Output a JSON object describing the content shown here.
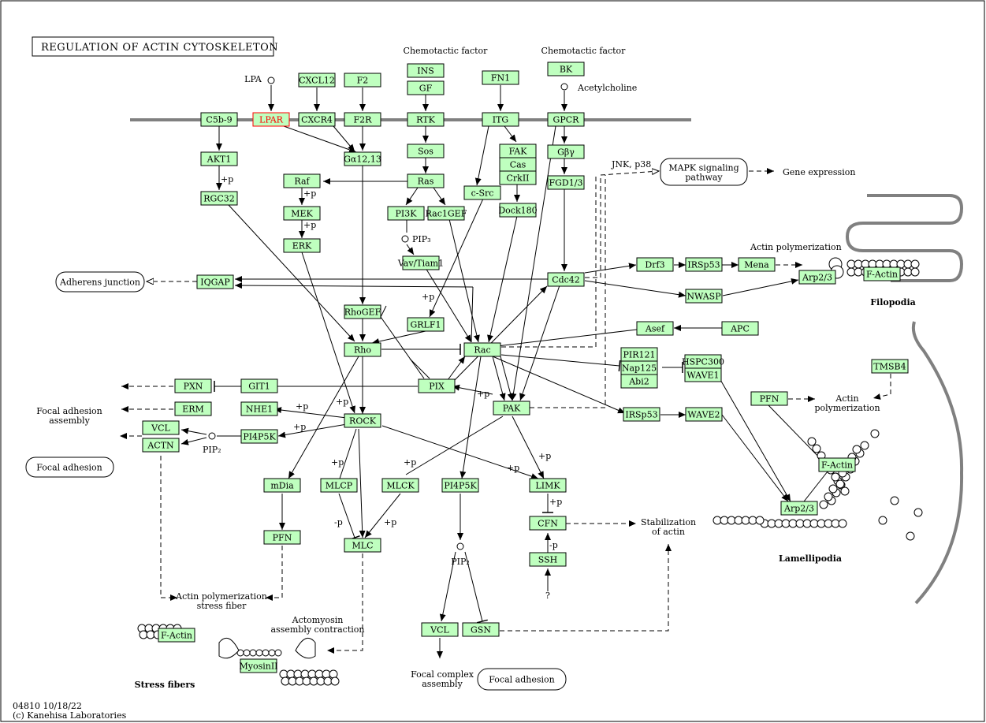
{
  "title": "REGULATION OF ACTIN CYTOSKELETON",
  "footer": {
    "code": "04810 10/18/22",
    "copyright": "(c) Kanehisa Laboratories"
  },
  "labels": {
    "chemotactic_factor_1": "Chemotactic factor",
    "chemotactic_factor_2": "Chemotactic factor",
    "lpa": "LPA",
    "acetylcholine": "Acetylcholine",
    "jnk_p38": "JNK, p38",
    "gene_expression": "Gene expression",
    "actin_polymerization_top": "Actin polymerization",
    "filopodia": "Filopodia",
    "pip3": "PIP₃",
    "pip2_left": "PIP₂",
    "pip2_mid": "PIP₂",
    "focal_adhesion_assembly_1": "Focal adhesion",
    "focal_adhesion_assembly_2": "assembly",
    "actin_poly_right_1": "Actin",
    "actin_poly_right_2": "polymerization",
    "stab_actin_1": "Stabilization",
    "stab_actin_2": "of actin",
    "lamellipodia": "Lamellipodia",
    "actin_poly_stress_1": "Actin polymerization",
    "actin_poly_stress_2": "stress fiber",
    "actomyosin_1": "Actomyosin",
    "actomyosin_2": "assembly contraction",
    "stress_fibers": "Stress fibers",
    "focal_complex_1": "Focal complex",
    "focal_complex_2": "assembly",
    "question": "?",
    "plus_p": "+p",
    "minus_p": "-p"
  },
  "pathways": {
    "mapk_1": "MAPK signaling",
    "mapk_2": "pathway",
    "adherens": "Adherens junction",
    "focal_left": "Focal adhesion",
    "focal_bottom": "Focal adhesion"
  },
  "genes": {
    "lpar": "LPAR",
    "c5b9": "C5b-9",
    "cxcl12": "CXCL12",
    "cxcr4": "CXCR4",
    "f2": "F2",
    "f2r": "F2R",
    "ins": "INS",
    "gf": "GF",
    "rtk": "RTK",
    "fn1": "FN1",
    "itg": "ITG",
    "bk": "BK",
    "gpcr": "GPCR",
    "akt1": "AKT1",
    "rgc32": "RGC32",
    "ga1213": "Gα12,13",
    "sos": "Sos",
    "ras": "Ras",
    "raf": "Raf",
    "mek": "MEK",
    "erk": "ERK",
    "pi3k": "PI3K",
    "rac1gef": "Rac1GEF",
    "vav": "Vav/Tiam1",
    "csrc": "c-Src",
    "fak": "FAK",
    "cas": "Cas",
    "crkii": "CrkII",
    "dock180": "Dock180",
    "gby": "Gβγ",
    "fgd13": "FGD1/3",
    "iqgap": "IQGAP",
    "cdc42": "Cdc42",
    "drf3": "Drf3",
    "irsp53_top": "IRSp53",
    "mena": "Mena",
    "arp23_top": "Arp2/3",
    "factin_top": "F-Actin",
    "nwasp": "NWASP",
    "rhogef": "RhoGEF",
    "grlf1": "GRLF1",
    "rho": "Rho",
    "rac": "Rac",
    "asef": "Asef",
    "apc": "APC",
    "pir121": "PIR121",
    "nap125": "Nap125",
    "abi2": "Abi2",
    "hspc300": "HSPC300",
    "wave1": "WAVE1",
    "tmsb4": "TMSB4",
    "pxn": "PXN",
    "git1": "GIT1",
    "pix": "PIX",
    "erm": "ERM",
    "nhe1": "NHE1",
    "pak": "PAK",
    "irsp53_mid": "IRSp53",
    "wave2": "WAVE2",
    "pfn_right": "PFN",
    "vcl_left": "VCL",
    "actn": "ACTN",
    "pi4p5k_left": "PI4P5K",
    "rock": "ROCK",
    "factin_right": "F-Actin",
    "mdia": "mDia",
    "mlcp": "MLCP",
    "mlck": "MLCK",
    "pi4p5k_mid": "PI4P5K",
    "limk": "LIMK",
    "arp23_bottom": "Arp2/3",
    "cfn": "CFN",
    "pfn_left": "PFN",
    "mlc": "MLC",
    "ssh": "SSH",
    "factin_stress": "F-Actin",
    "myosin": "MyosinII",
    "vcl_bottom": "VCL",
    "gsn": "GSN"
  },
  "colors": {
    "gene_fill": "#bfffbf",
    "highlight": "#ff0000",
    "membrane": "#808080"
  }
}
